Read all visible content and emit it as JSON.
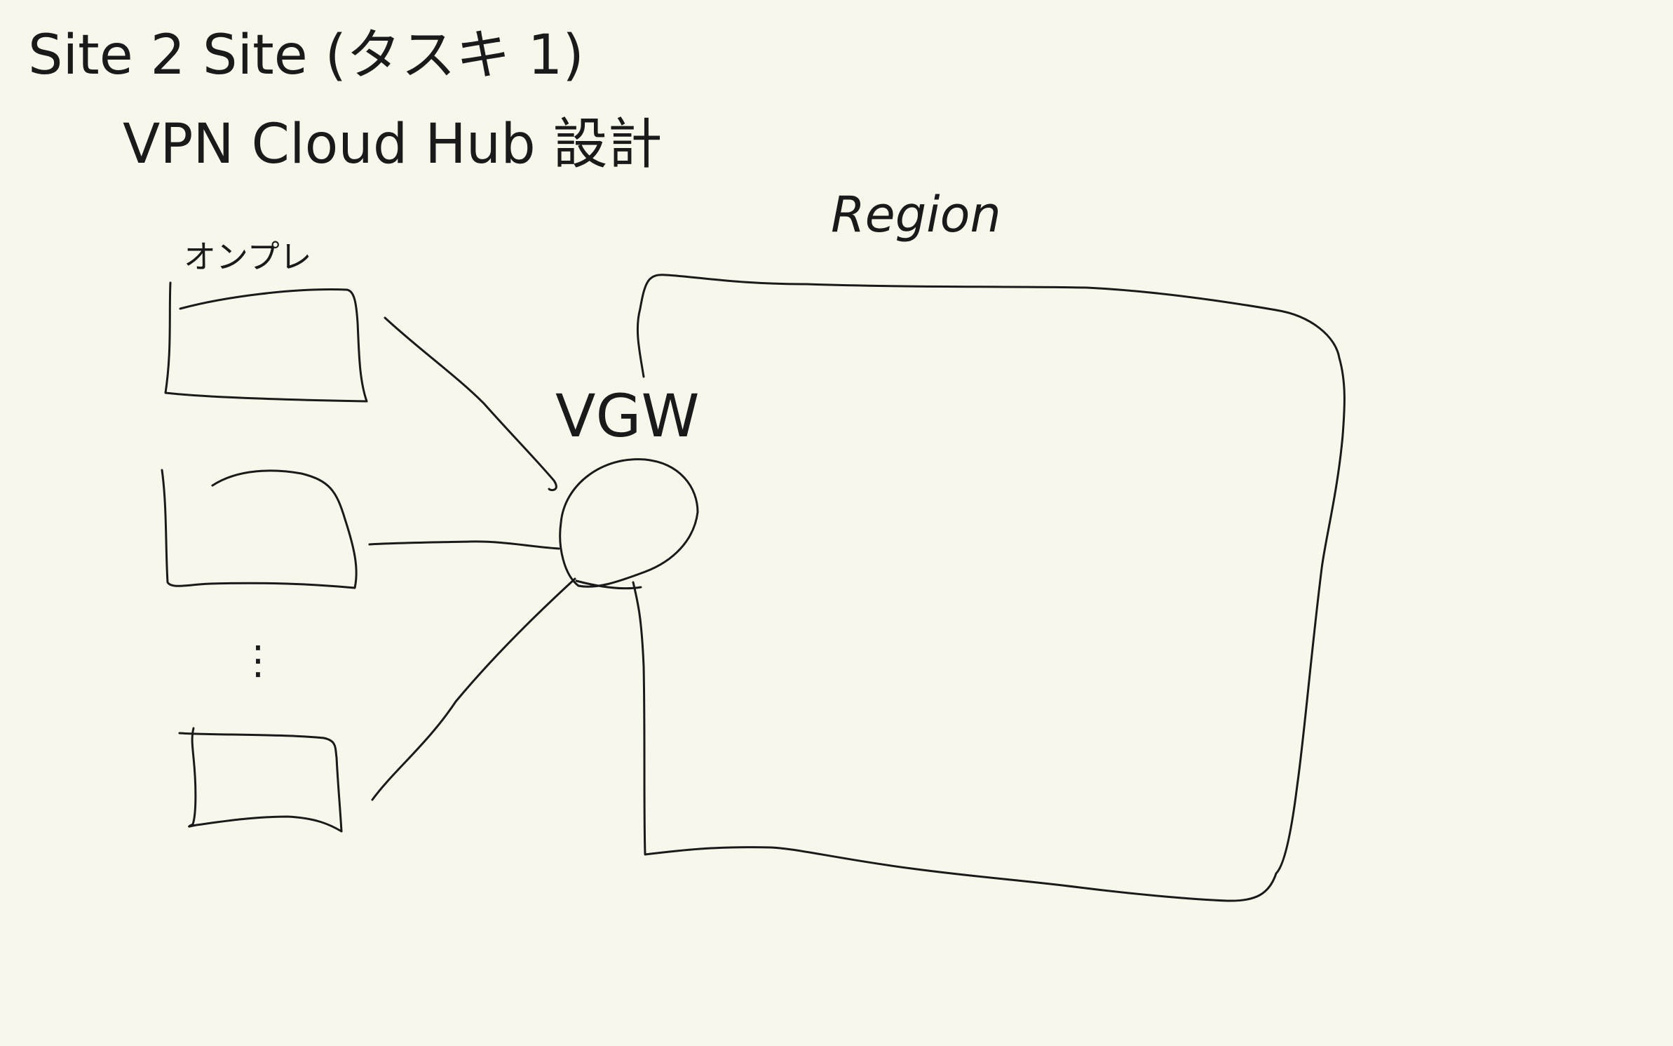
{
  "title": {
    "line1": "Site 2 Site (タスキ 1)",
    "line2": "VPN Cloud Hub 設計"
  },
  "labels": {
    "onprem": "オンプレ",
    "vgw": "VGW",
    "region": "Region",
    "ellipsis": "⋮"
  },
  "colors": {
    "background": "#f8f7ec",
    "ink": "#1a1a1a"
  }
}
